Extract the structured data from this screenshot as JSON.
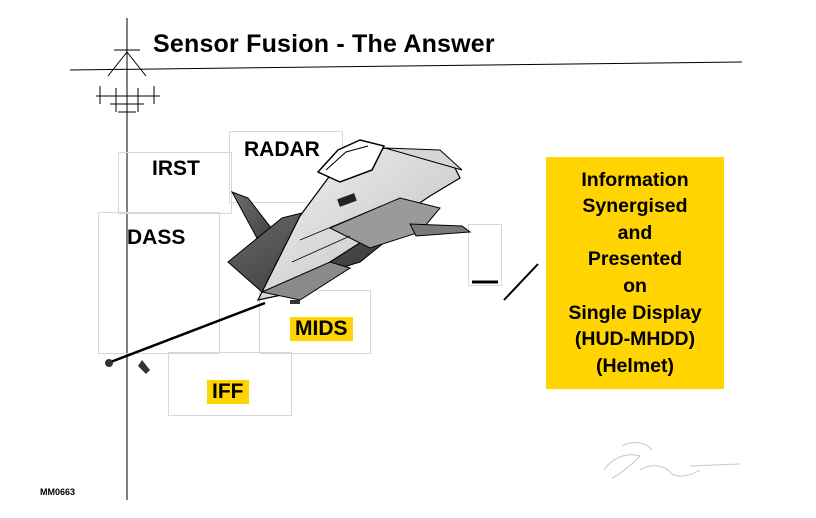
{
  "title": "Sensor Fusion - The Answer",
  "sensors": {
    "irst": "IRST",
    "radar": "RADAR",
    "dass": "DASS",
    "mids": "MIDS",
    "iff": "IFF"
  },
  "info_lines": [
    "Information",
    "Synergised",
    "and",
    "Presented",
    "on",
    "Single Display",
    "(HUD-MHDD)",
    "(Helmet)"
  ],
  "code": "MM0663",
  "colors": {
    "highlight": "#ffd400",
    "text": "#000000"
  },
  "icons": [
    "aircraft-logo-icon",
    "fighter-jet-illustration",
    "signature-mark"
  ]
}
